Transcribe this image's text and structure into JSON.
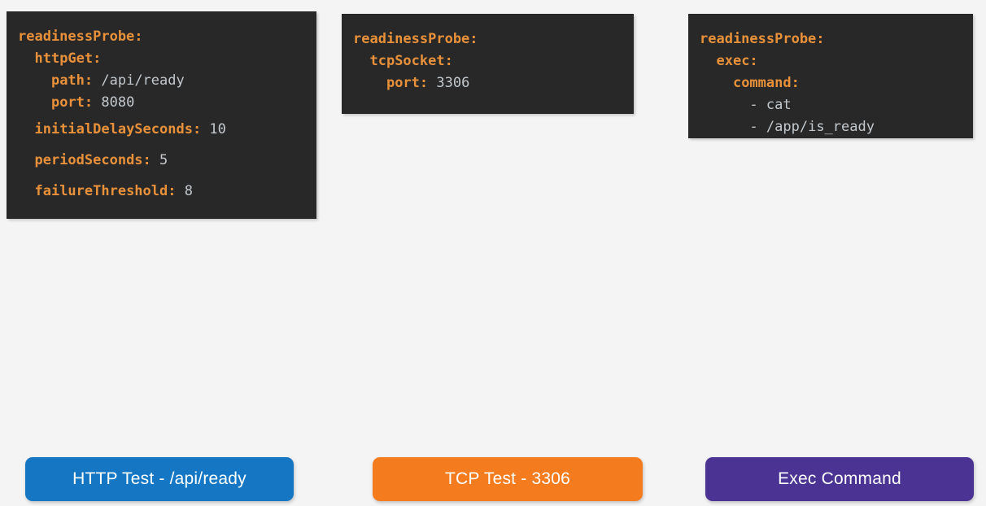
{
  "page": {
    "background_color": "#f4f4f4",
    "code_background_color": "#282828",
    "key_color": "#e8913a",
    "value_color": "#c3c9ce"
  },
  "cards": [
    {
      "id": "http-get-probe",
      "lines": [
        {
          "indent": 0,
          "key": "readinessProbe:",
          "value": "",
          "gap_after": false
        },
        {
          "indent": 1,
          "key": "httpGet:",
          "value": "",
          "gap_after": false
        },
        {
          "indent": 2,
          "key": "path:",
          "value": "/api/ready",
          "gap_after": false
        },
        {
          "indent": 2,
          "key": "port:",
          "value": "8080",
          "gap_after": true
        },
        {
          "indent": 1,
          "key": "initialDelaySeconds:",
          "value": "10",
          "gap_after": true
        },
        {
          "indent": 1,
          "key": "periodSeconds:",
          "value": "5",
          "gap_after": true
        },
        {
          "indent": 1,
          "key": "failureThreshold:",
          "value": "8",
          "gap_after": false
        }
      ]
    },
    {
      "id": "tcp-socket-probe",
      "lines": [
        {
          "indent": 0,
          "key": "readinessProbe:",
          "value": "",
          "gap_after": false
        },
        {
          "indent": 1,
          "key": "tcpSocket:",
          "value": "",
          "gap_after": false
        },
        {
          "indent": 2,
          "key": "port:",
          "value": "3306",
          "gap_after": false
        }
      ]
    },
    {
      "id": "exec-command-probe",
      "lines": [
        {
          "indent": 0,
          "key": "readinessProbe:",
          "value": "",
          "gap_after": false
        },
        {
          "indent": 1,
          "key": "exec:",
          "value": "",
          "gap_after": false
        },
        {
          "indent": 2,
          "key": "command:",
          "value": "",
          "gap_after": false
        },
        {
          "indent": 3,
          "key": "",
          "dash": "- ",
          "value": "cat",
          "gap_after": false
        },
        {
          "indent": 3,
          "key": "",
          "dash": "- ",
          "value": "/app/is_ready",
          "gap_after": false
        }
      ]
    }
  ],
  "buttons": [
    {
      "id": "http-test",
      "label": "HTTP Test - /api/ready",
      "color": "#1577c4"
    },
    {
      "id": "tcp-test",
      "label": "TCP Test - 3306",
      "color": "#f47c1f"
    },
    {
      "id": "exec-command",
      "label": "Exec Command",
      "color": "#4a3392"
    }
  ]
}
